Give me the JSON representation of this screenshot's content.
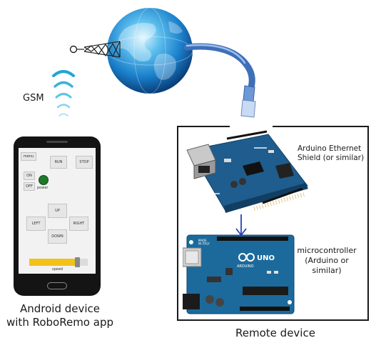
{
  "labels": {
    "gsm": "GSM",
    "android_caption": "Android device\nwith RoboRemo app",
    "remote_caption": "Remote device",
    "shield_label": "Arduino Ethernet\nShield (or similar)",
    "mcu_label": "microcontroller\n(Arduino or\nsimilar)"
  },
  "app_screen": {
    "menu": "menu",
    "run": "RUN",
    "stop": "STOP",
    "on": "ON",
    "off": "OFF",
    "power": "power",
    "up": "UP",
    "left": "LEFT",
    "right": "RIGHT",
    "down": "DOWN",
    "speed": "speed",
    "speed_level": 0.82
  },
  "board_print": {
    "uno_logo": "UNO",
    "brand": "ARDUINO",
    "made_in": "MADE\nIN ITALY"
  },
  "colors": {
    "globe": "#1f8fd6",
    "cable": "#5b86c8",
    "board": "#1f5f8f",
    "slider": "#f2c21a",
    "power_led": "#1e7a2a",
    "arrow": "#2a3ec4"
  }
}
